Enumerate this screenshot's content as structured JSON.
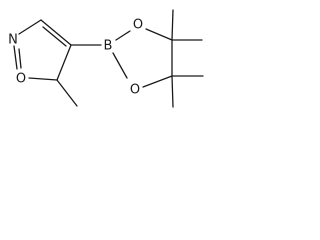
{
  "molecule": {
    "atom_labels": {
      "isoxazole_nitrogen": "N",
      "isoxazole_oxygen": "O",
      "boron": "B",
      "dioxaborolane_oxygen_upper": "O",
      "dioxaborolane_oxygen_lower": "O"
    },
    "colors": {
      "ink": "#1a1a1a",
      "background": "#ffffff"
    }
  }
}
